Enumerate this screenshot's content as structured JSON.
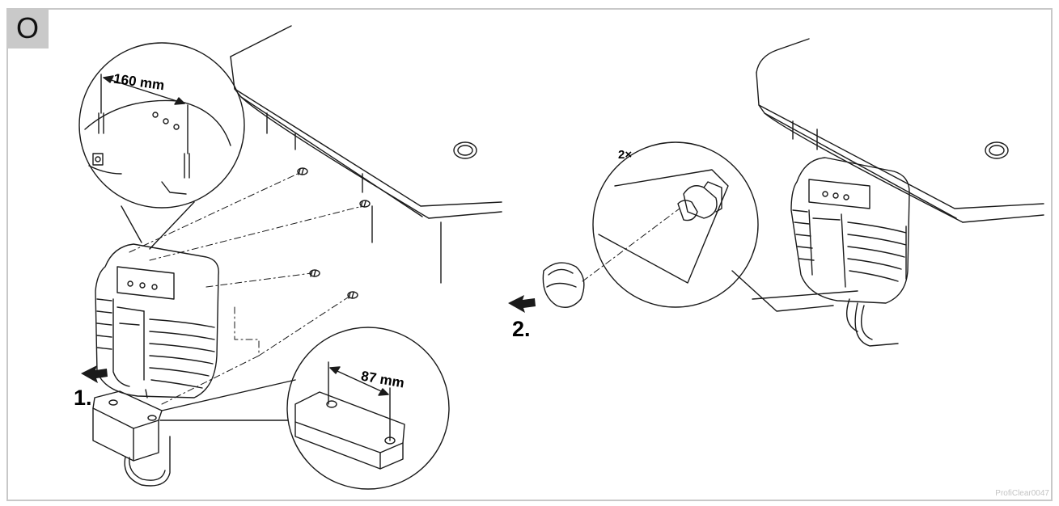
{
  "step_letter": "O",
  "labels": {
    "dim_top": "160 mm",
    "dim_bottom": "87 mm",
    "count": "2×",
    "step_1": "1.",
    "step_2": "2."
  },
  "watermark": "ProfiClear0047",
  "colors": {
    "line": "#1a1a1a",
    "frame": "#c8c8c8",
    "tag": "#c9c9c9"
  }
}
